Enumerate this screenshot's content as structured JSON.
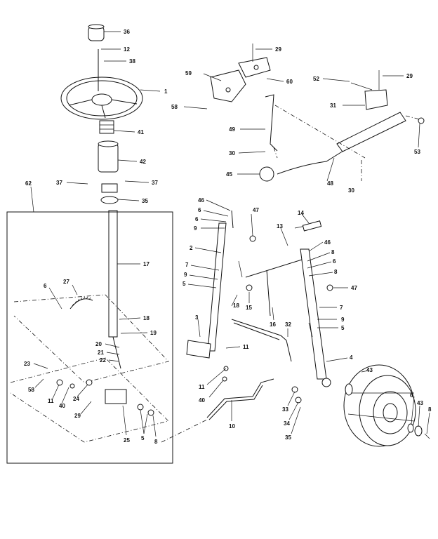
{
  "callouts": {
    "c36": "36",
    "c12": "12",
    "c38": "38",
    "c1": "1",
    "c41": "41",
    "c42": "42",
    "c37a": "37",
    "c37b": "37",
    "c35": "35",
    "c62": "62",
    "c17": "17",
    "c6a": "6",
    "c27": "27",
    "c18": "18",
    "c19": "19",
    "c20": "20",
    "c21": "21",
    "c22": "22",
    "c23": "23",
    "c58a": "58",
    "c11a": "11",
    "c40a": "40",
    "c24": "24",
    "c29a": "29",
    "c25": "25",
    "c5a": "5",
    "c8a": "8",
    "c29b": "29",
    "c59": "59",
    "c60": "60",
    "c58b": "58",
    "c49": "49",
    "c30a": "30",
    "c45": "45",
    "c52": "52",
    "c29c": "29",
    "c31": "31",
    "c53": "53",
    "c48": "48",
    "c30b": "30",
    "c46a": "46",
    "c6b": "6",
    "c6c": "6",
    "c9a": "9",
    "c47a": "47",
    "c14": "14",
    "c13": "13",
    "c2": "2",
    "c7a": "7",
    "c9b": "9",
    "c5b": "5",
    "c15": "15",
    "c18b": "18",
    "c46b": "46",
    "c8b": "8",
    "c6d": "6",
    "c8c": "8",
    "c47b": "47",
    "c16": "16",
    "c7b": "7",
    "c9c": "9",
    "c5c": "5",
    "c3": "3",
    "c32": "32",
    "c11b": "11",
    "c11c": "11",
    "c40b": "40",
    "c10": "10",
    "c4": "4",
    "c33": "33",
    "c34": "34",
    "c35b": "35",
    "c43a": "43",
    "c6e": "6",
    "c43b": "43",
    "c8d": "8"
  }
}
